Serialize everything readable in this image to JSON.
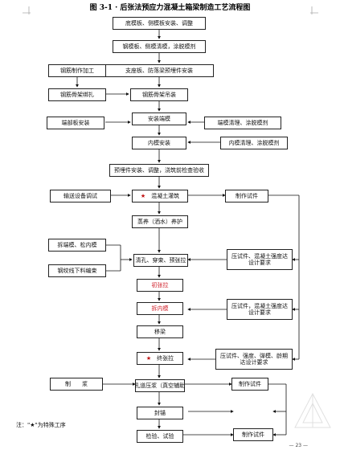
{
  "title": "图 3-1 · 后张法预应力混凝土箱梁制造工艺流程图",
  "nodes": {
    "n1": "底模板、侧模板安装、调整",
    "n2": "钢模板、侧模清模，涂脱模剂",
    "n3": "支座板、防落梁预埋件安装",
    "n4": "钢筋骨架吊装",
    "n5": "安装端模",
    "n6": "内模安装",
    "n7": "预埋件安装、调整，浇筑前检查验收",
    "n8": "★　混凝土灌筑",
    "n9": "蒸养（洒水）养护",
    "n10": "清孔、穿束、预张拉",
    "n11": "初张拉",
    "n12": "拆内模",
    "n13": "移梁",
    "n14": "★　终张拉",
    "n15": "★孔道压浆（真空辅助）",
    "n16": "封锚",
    "n17": "检验、试验",
    "l1": "钢筋制作加工",
    "l2": "钢筋骨架绑扎",
    "l3": "端部板安装",
    "l4": "输送设备调试",
    "l5": "拆端模、松内模",
    "l6": "钢绞线下料编束",
    "l7": "制　　浆",
    "r1": "端模清理、涂脱模剂",
    "r2": "内模清理、涂脱模剂",
    "r3": "制作试件",
    "r4": "压试件、混凝土强度达设计要求",
    "r5": "压试件，混凝土强度达设计要求",
    "r6": "压试件、强度、弹模、龄期达设计要求",
    "r7": "制作试件",
    "r8": "制作试件"
  },
  "note": "注：\"★\"为特殊工序",
  "page": "— 23 —"
}
